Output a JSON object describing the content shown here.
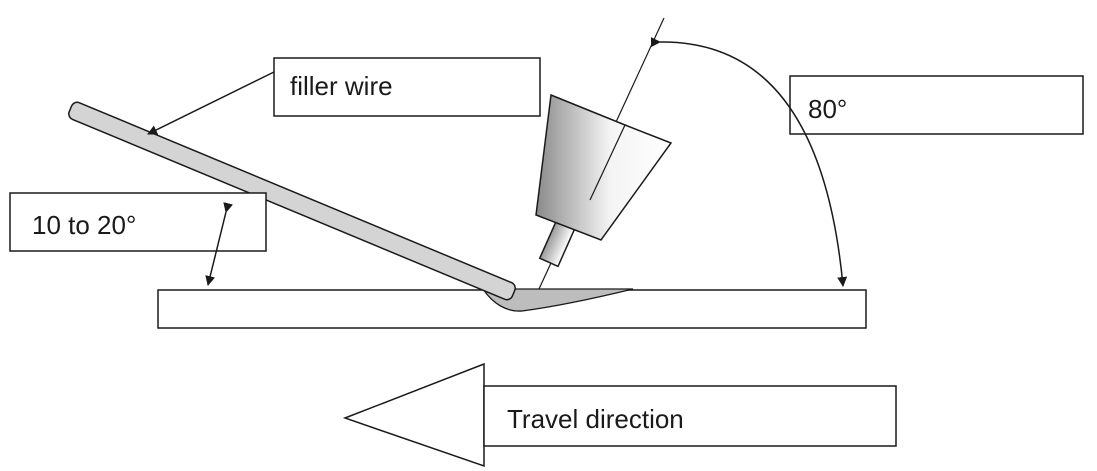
{
  "labels": {
    "filler_wire": "filler wire",
    "filler_angle": "10 to 20°",
    "torch_angle": "80°",
    "travel_direction": "Travel direction"
  },
  "colors": {
    "stroke": "#1a1a1a",
    "rod_fill": "#d4d4d4",
    "pool_fill": "#bdbdbd",
    "nozzle_dark": "#8a8a8a",
    "nozzle_light": "#ffffff"
  }
}
